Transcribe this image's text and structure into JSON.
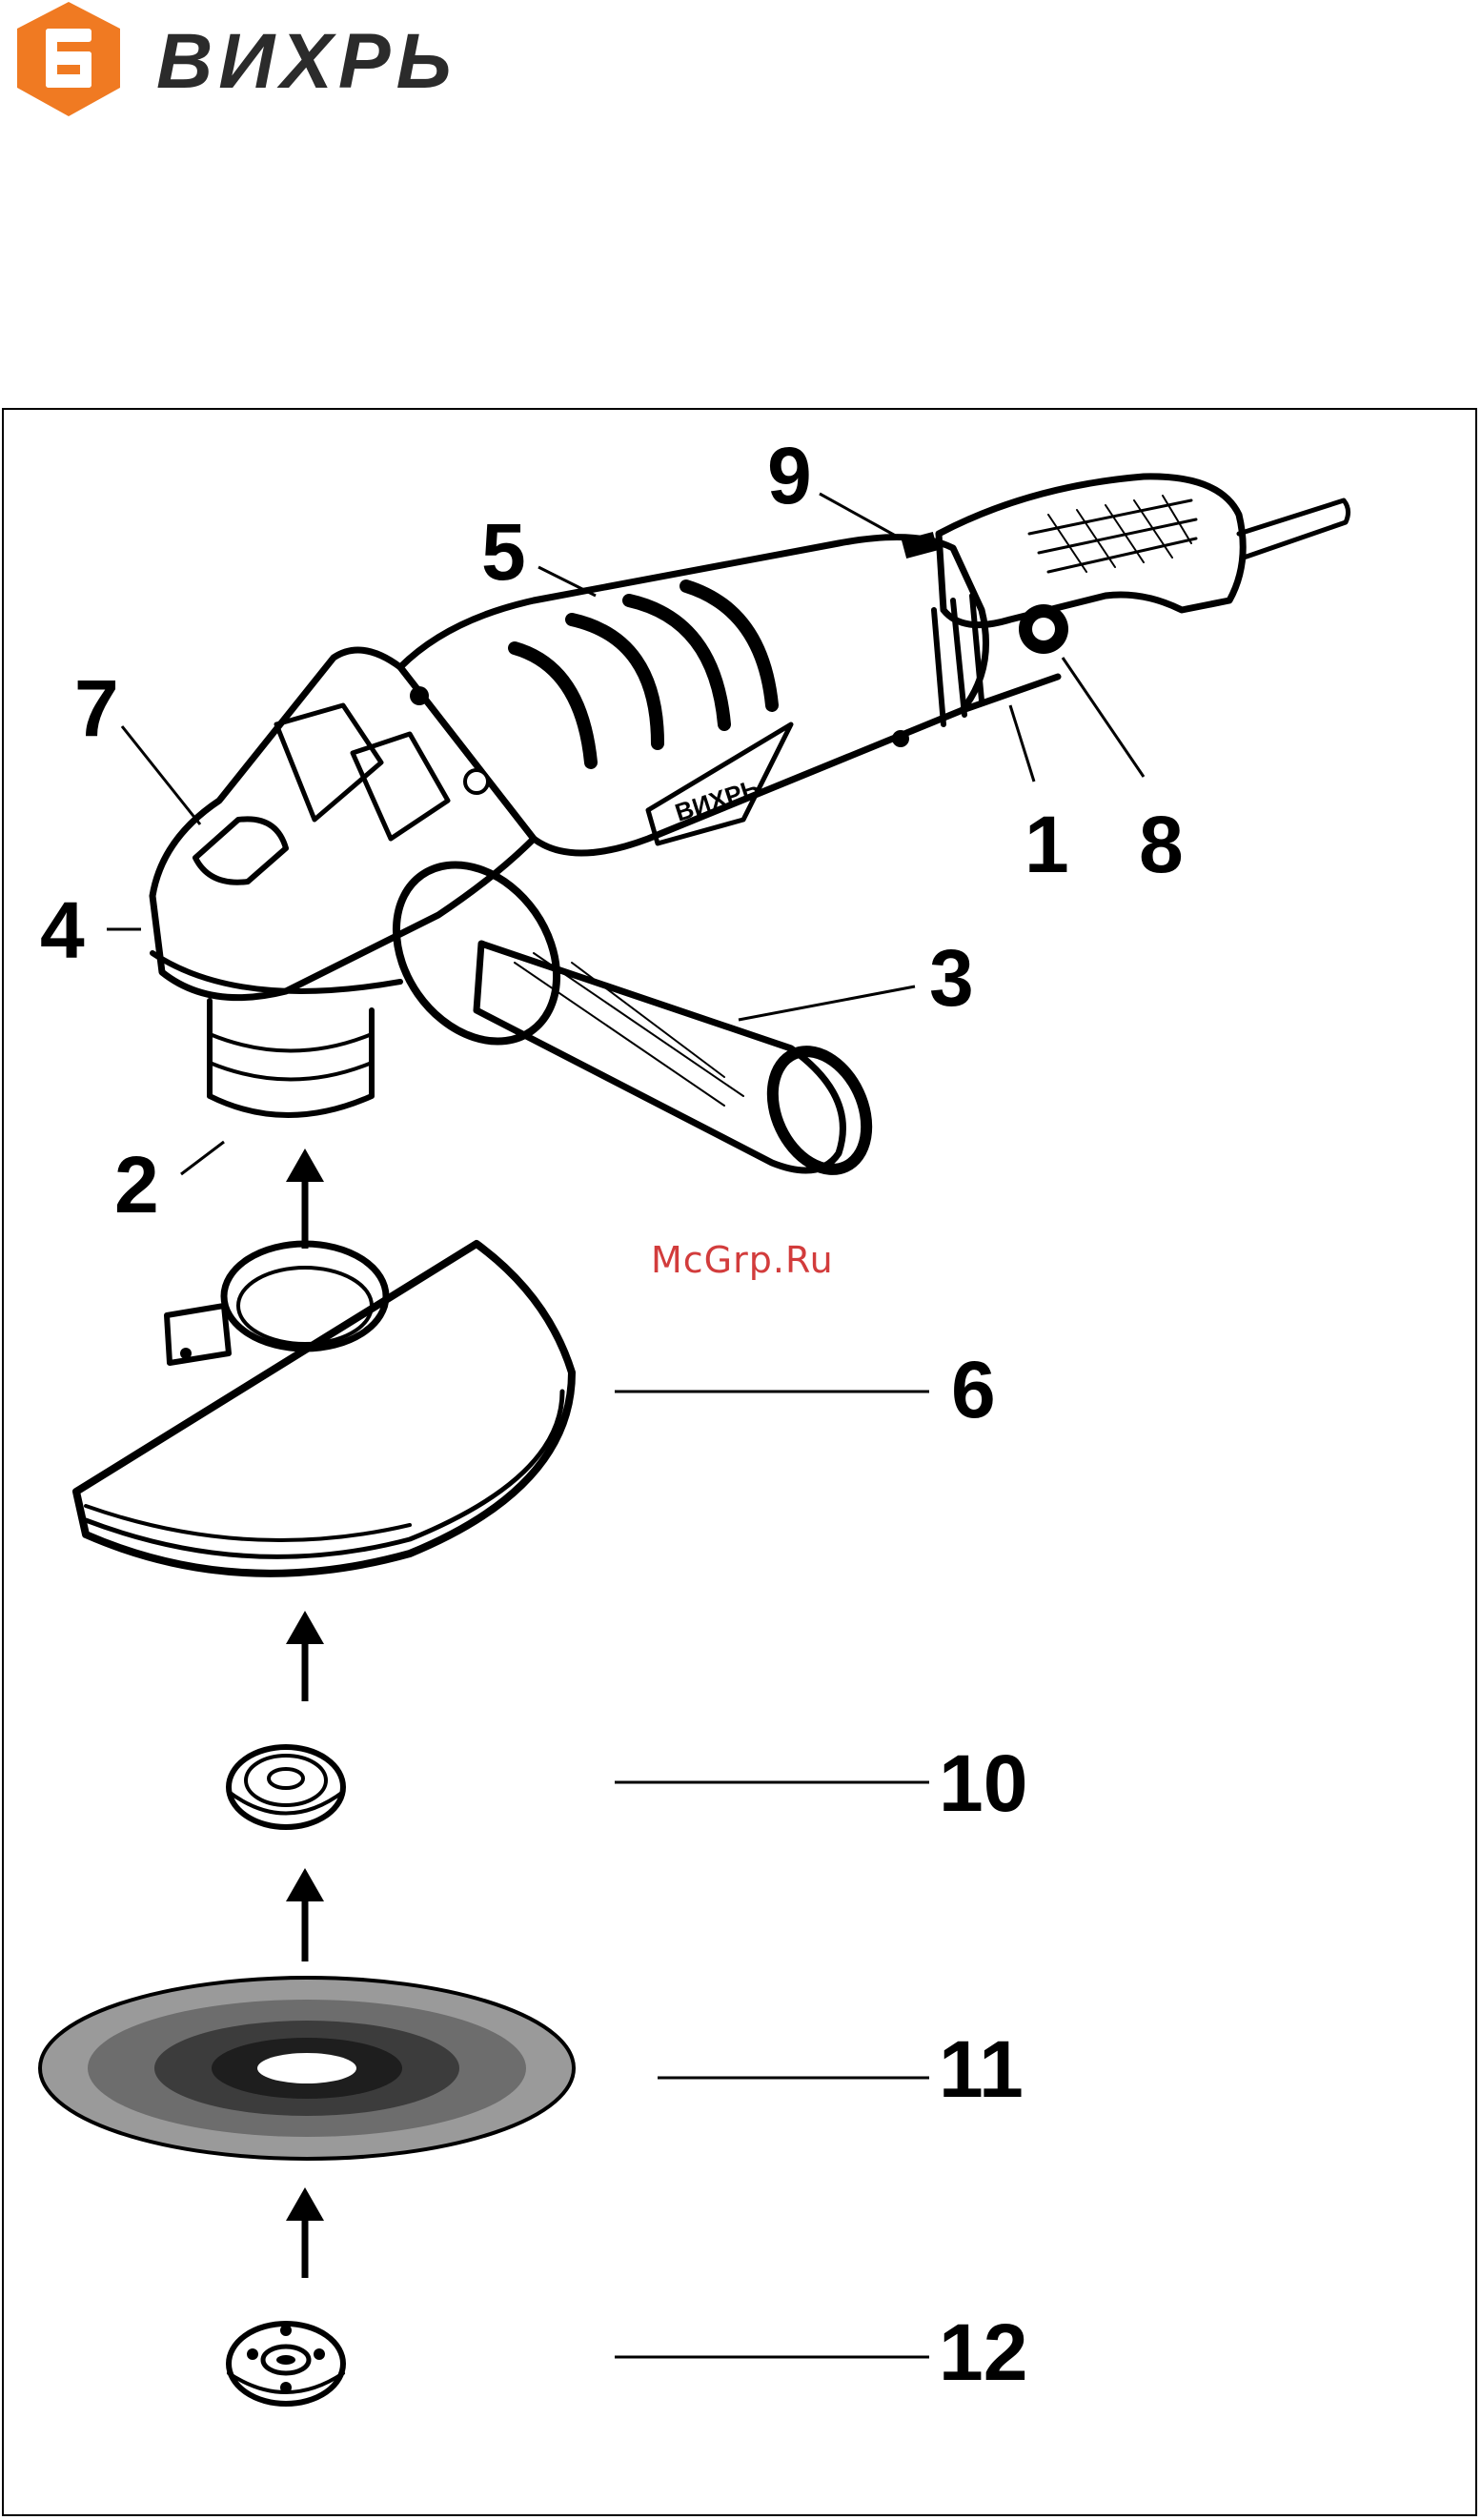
{
  "brand": {
    "name": "ВИХРЬ",
    "color": "#f07a22"
  },
  "watermark": "McGrp.Ru",
  "callouts": [
    {
      "id": "1",
      "label": "1"
    },
    {
      "id": "2",
      "label": "2"
    },
    {
      "id": "3",
      "label": "3"
    },
    {
      "id": "4",
      "label": "4"
    },
    {
      "id": "5",
      "label": "5"
    },
    {
      "id": "6",
      "label": "6"
    },
    {
      "id": "7",
      "label": "7"
    },
    {
      "id": "8",
      "label": "8"
    },
    {
      "id": "9",
      "label": "9"
    },
    {
      "id": "10",
      "label": "10"
    },
    {
      "id": "11",
      "label": "11"
    },
    {
      "id": "12",
      "label": "12"
    }
  ],
  "body_logo_text": "ВИХРЬ"
}
